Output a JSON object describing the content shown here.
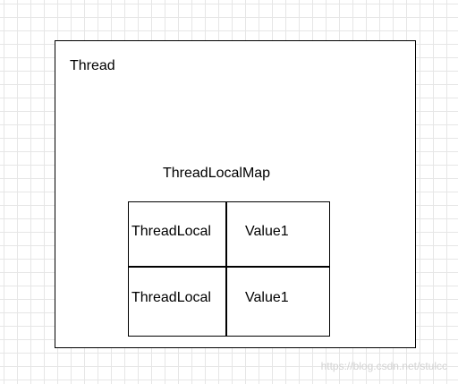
{
  "thread": {
    "label": "Thread"
  },
  "thread_local_map": {
    "label": "ThreadLocalMap",
    "entries": [
      {
        "key": "ThreadLocal",
        "value": "Value1"
      },
      {
        "key": "ThreadLocal",
        "value": "Value1"
      }
    ]
  },
  "watermark": "https://blog.csdn.net/stulcc",
  "colors": {
    "grid": "#e6e6e6",
    "stroke": "#000000",
    "background": "#ffffff",
    "watermark": "#d2d2d2"
  }
}
